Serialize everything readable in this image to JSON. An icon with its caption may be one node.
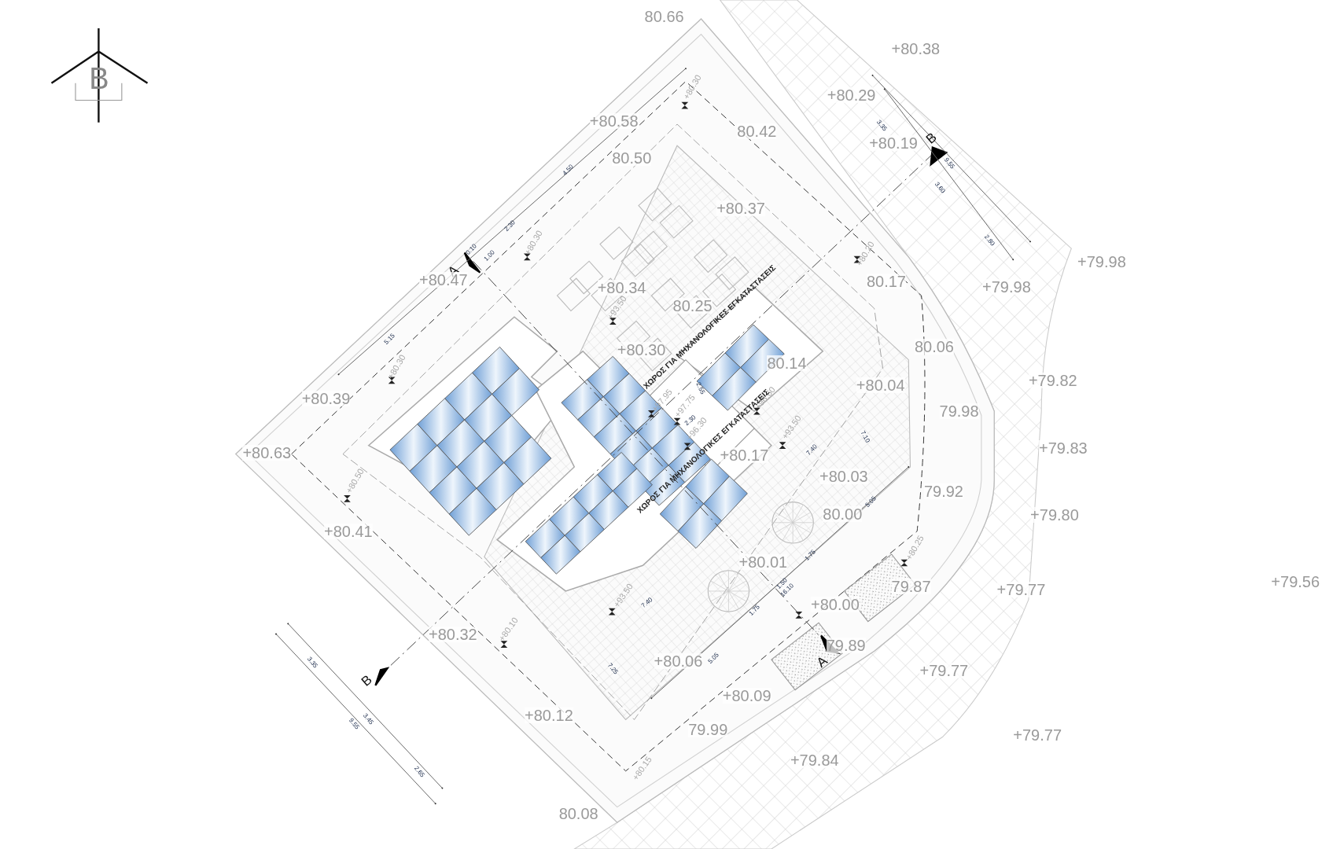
{
  "diagram": {
    "labels": [
      "80.66",
      "+80.38",
      "Β",
      "+80.30",
      "+80.29",
      "3.35",
      "+80.58",
      "80.42",
      "+80.19",
      "B",
      "9.55",
      "80.50",
      "4.50",
      "3.60",
      "+80.37",
      "2.30",
      "2.80",
      "+80.30",
      "0.10",
      "+80.20",
      "A",
      "1.00",
      "+79.98",
      "+80.47",
      "+80.34",
      "80.17",
      "+79.98",
      "+93.50",
      "80.25",
      "ΧΩΡΟΣ ΓΙΑ ΜΗΧΑΝΟΛΟΓΙΚΕΣ ΕΓΚΑΤΑΣΤΑΣΕΙΣ",
      "5.15",
      "+80.30",
      "80.06",
      "+80.30",
      "80.14",
      "+79.82",
      "+80.04",
      "+80.39",
      "+97.95",
      "2.55",
      "+97.75",
      "79.98",
      "+96.60",
      "2.30",
      "+96.30",
      "7.10",
      "+93.50",
      "ΧΩΡΟΣ ΓΙΑ ΜΗΧΑΝΟΛΟΓΙΚΕΣ ΕΓΚΑΤΑΣΤΑΣΕΙΣ",
      "+80.17",
      "+79.83",
      "7.40",
      "+80.63",
      "+80.03",
      "+80.50",
      "79.92",
      "5.05",
      "80.00",
      "+79.80",
      "+80.41",
      "1.75",
      "+80.25",
      "+80.01",
      "79.87",
      "+79.77",
      "+79.56",
      "1.50",
      "16.10",
      "+93.50",
      "7.40",
      "1.75",
      "+80.00",
      "+80.10",
      "+80.32",
      "79.89",
      "A",
      "3.35",
      "+80.06",
      "7.25",
      "5.05",
      "B",
      "+79.77",
      "+80.09",
      "3.45",
      "9.55",
      "+80.12",
      "79.99",
      "+79.77",
      "+79.84",
      "2.65",
      "+80.15",
      "80.08"
    ]
  }
}
